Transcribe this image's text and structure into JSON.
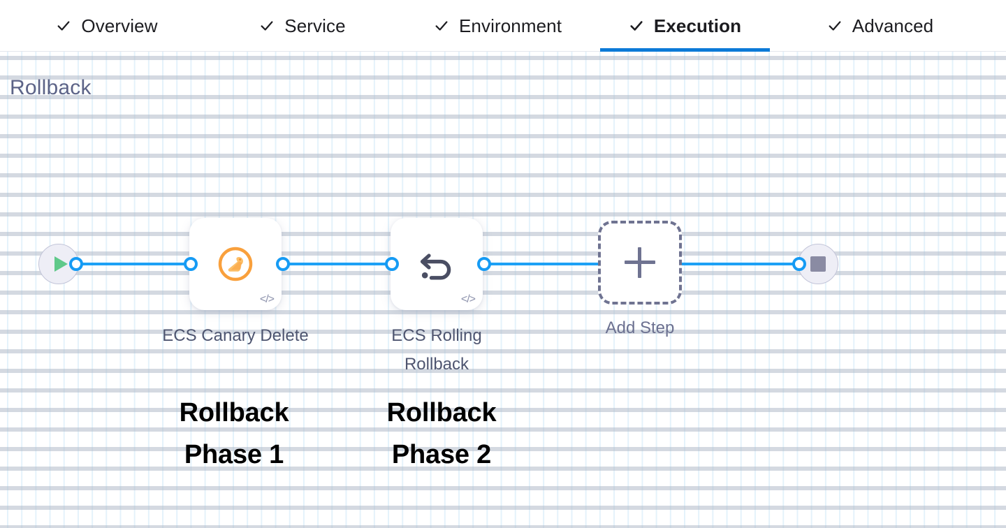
{
  "header": {
    "tabs": [
      {
        "label": "Overview",
        "icon": "check-icon",
        "active": false,
        "completed": true
      },
      {
        "label": "Service",
        "icon": "check-icon",
        "active": false,
        "completed": true
      },
      {
        "label": "Environment",
        "icon": "check-icon",
        "active": false,
        "completed": true
      },
      {
        "label": "Execution",
        "icon": "check-icon",
        "active": true,
        "completed": true
      },
      {
        "label": "Advanced",
        "icon": "check-icon",
        "active": false,
        "completed": true
      }
    ],
    "active_tab_underline_color": "#0c7ad7"
  },
  "canvas": {
    "section_title": "Rollback",
    "start_node": {
      "icon": "play-icon",
      "color": "#5fc98a"
    },
    "end_node": {
      "icon": "stop-icon",
      "color": "#8a8ba3"
    },
    "connector_color": "#169bf4",
    "steps": [
      {
        "label": "ECS Canary Delete",
        "icon": "ecs-canary-delete-icon",
        "icon_color": "#f9a03c",
        "badge": "code-glyph",
        "badge_text": "</>"
      },
      {
        "label": "ECS Rolling Rollback",
        "icon": "rollback-undo-icon",
        "icon_color": "#4a4e63",
        "badge": "code-glyph",
        "badge_text": "</>"
      }
    ],
    "add_step": {
      "label": "Add Step",
      "icon": "plus-icon",
      "color": "#6f7391"
    },
    "annotations": [
      {
        "line1": "Rollback",
        "line2": "Phase 1"
      },
      {
        "line1": "Rollback",
        "line2": "Phase 2"
      }
    ]
  }
}
